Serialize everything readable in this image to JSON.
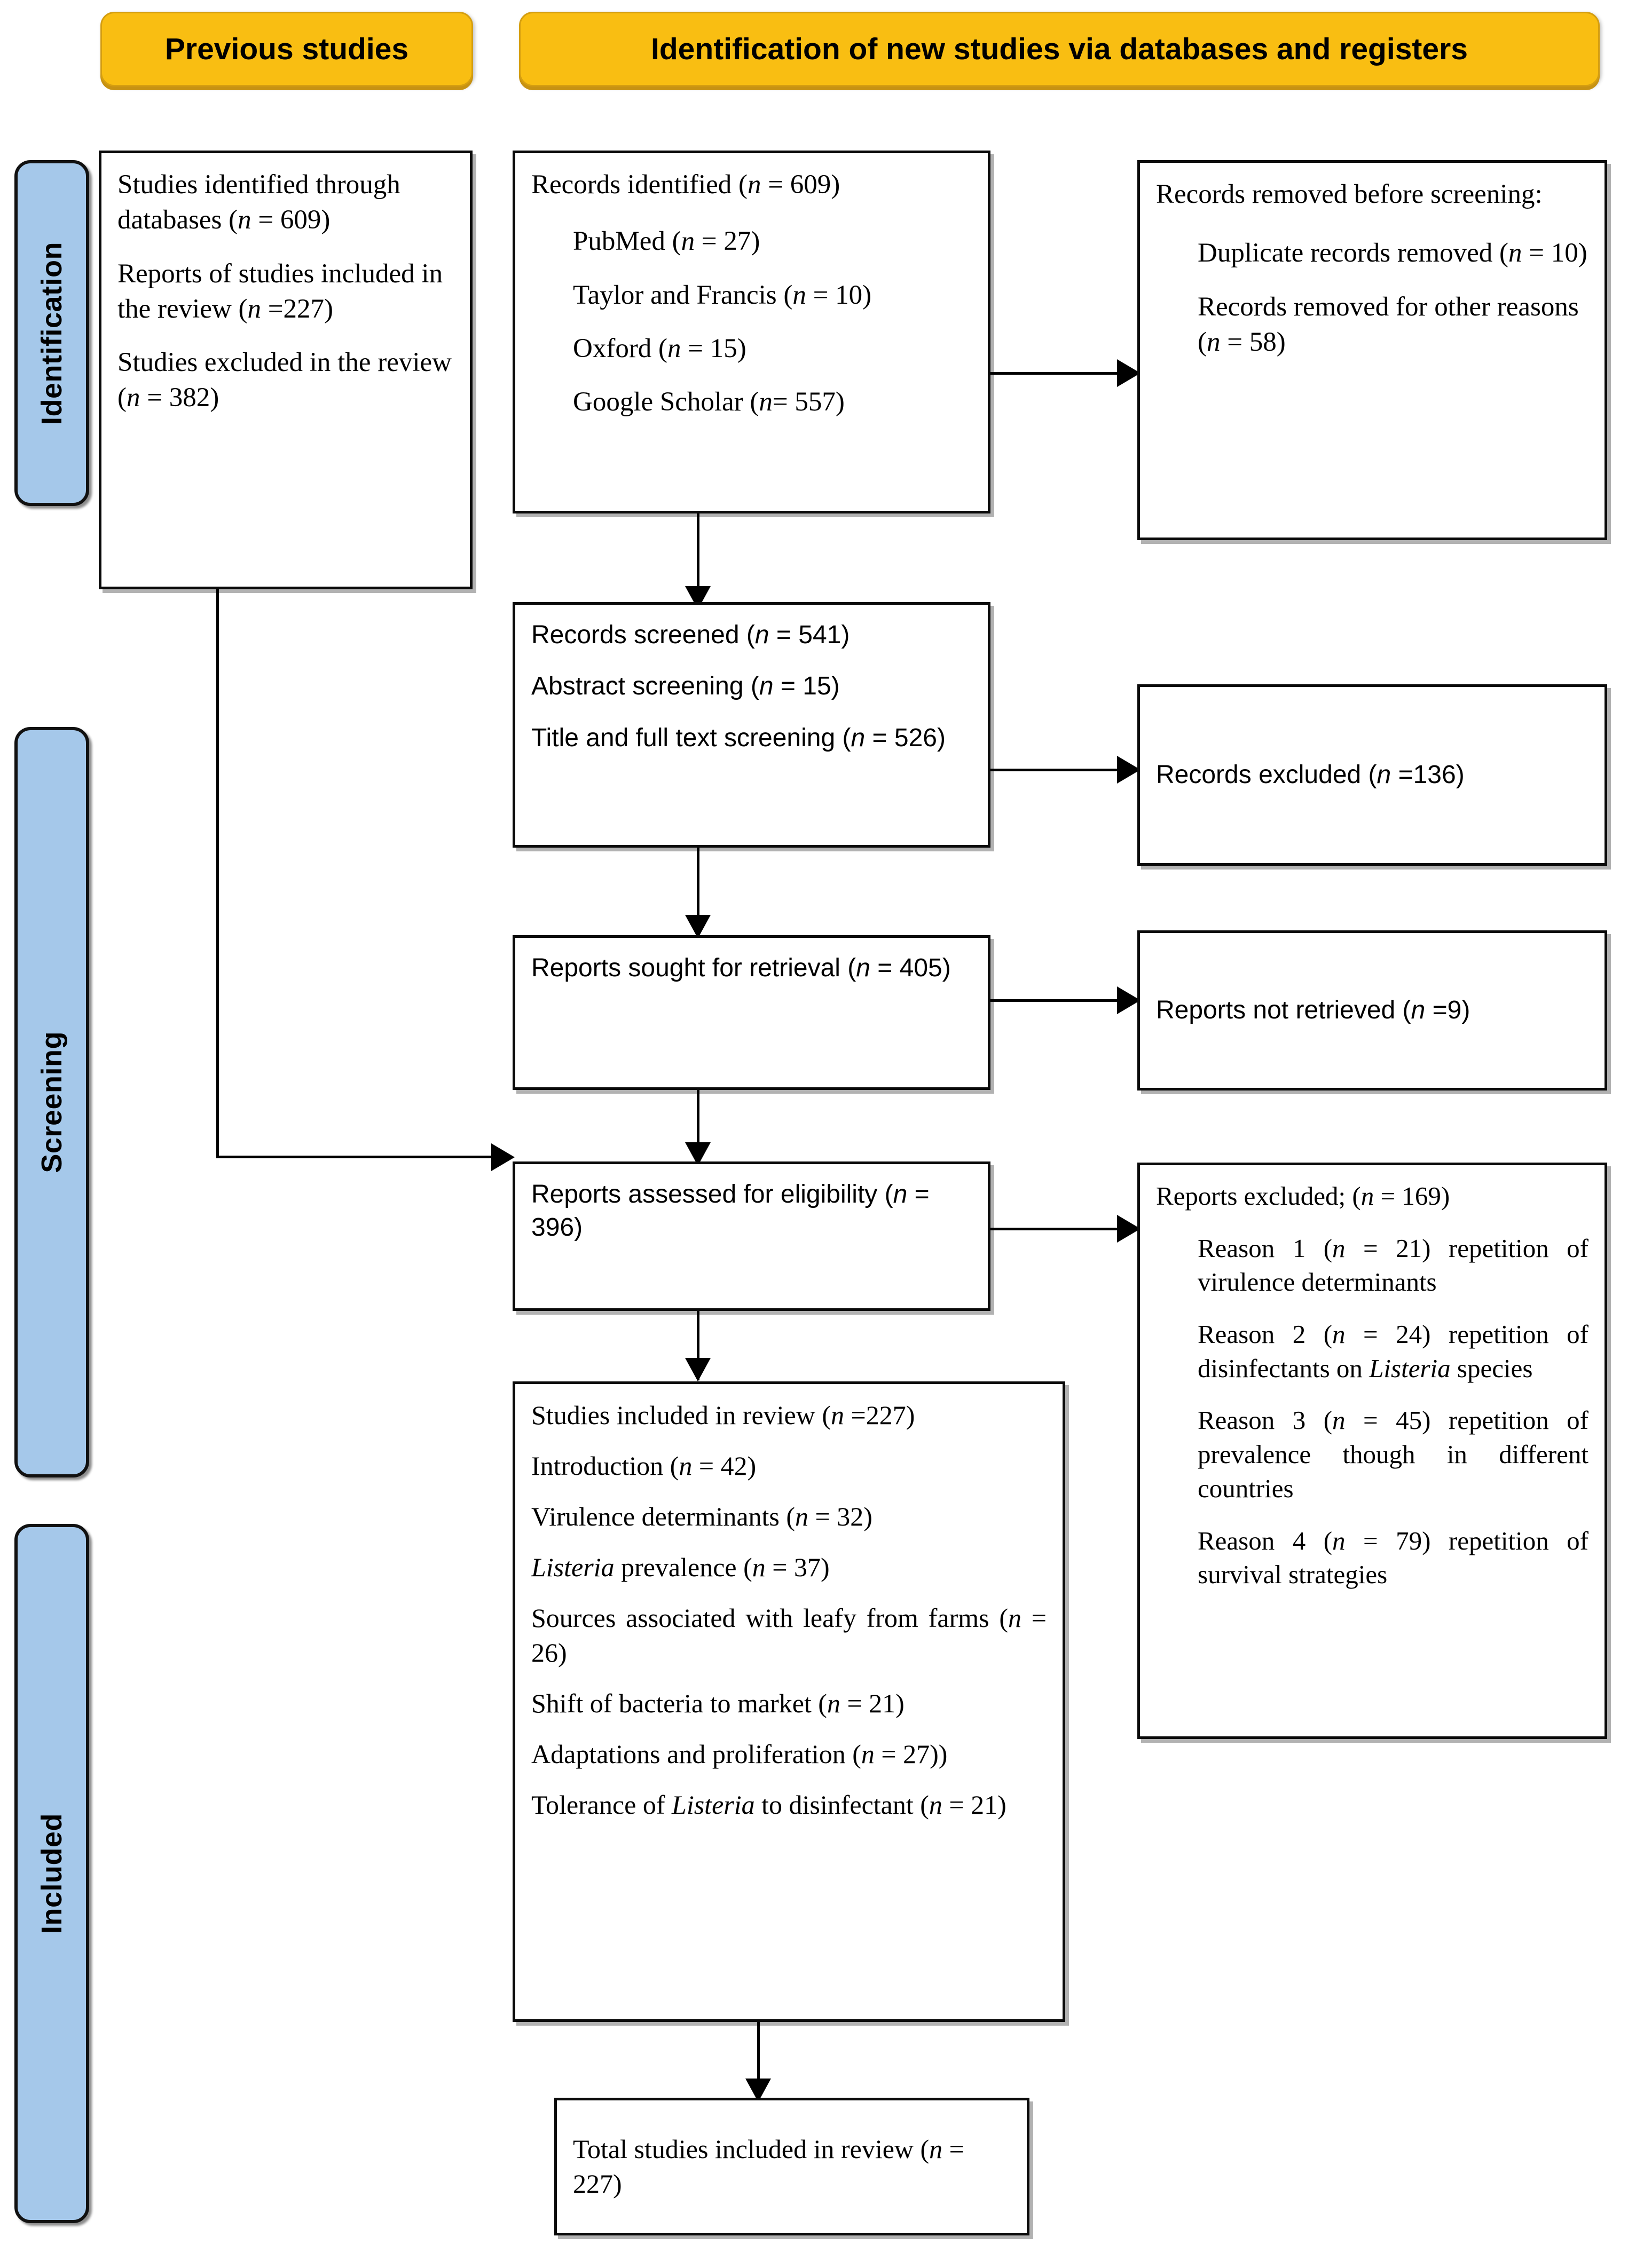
{
  "diagram": {
    "type": "prisma-flow-diagram",
    "title": "PRISMA 2020 flow diagram for new systematic reviews which included searches of databases and registers only"
  },
  "colors": {
    "banner_fill": "#F9BE12",
    "banner_shadow": "#C79213",
    "stage_pill_fill": "#A5C8EA",
    "box_border": "#0a0a0a",
    "text": "#000000"
  },
  "banners": {
    "previous": "Previous studies",
    "identification": "Identification of new studies via databases and registers"
  },
  "stages": [
    {
      "id": "identification",
      "label": "Identification"
    },
    {
      "id": "screening",
      "label": "Screening"
    },
    {
      "id": "included",
      "label": "Included"
    }
  ],
  "boxes": {
    "previous_studies": {
      "name": "Previous studies box",
      "lines": [
        "Studies identified through databases (n = 609)",
        "Reports of studies included in the review (n =227)",
        "Studies excluded in the review (n = 382)"
      ],
      "counts": {
        "identified": 609,
        "included": 227,
        "excluded": 382
      }
    },
    "records_identified": {
      "name": "Records identified box",
      "header": "Records identified  (n = 609)",
      "sources": [
        "PubMed (n = 27)",
        "Taylor and Francis (n = 10)",
        "Oxford (n = 15)",
        "Google Scholar (n= 557)"
      ],
      "counts": {
        "total": 609,
        "pubmed": 27,
        "taylor_and_francis": 10,
        "oxford": 15,
        "google_scholar": 557
      }
    },
    "records_removed": {
      "name": "Records removed before screening box",
      "header": "Records removed before screening:",
      "items": [
        "Duplicate records removed (n = 10)",
        "Records removed for other reasons (n = 58)"
      ],
      "counts": {
        "duplicates": 10,
        "other_reasons": 58
      }
    },
    "records_screened": {
      "name": "Records screened box",
      "lines": [
        "Records screened (n = 541)",
        "Abstract screening (n = 15)",
        "Title and full text screening (n = 526)"
      ],
      "counts": {
        "screened": 541,
        "abstract": 15,
        "title_and_full_text": 526
      }
    },
    "records_excluded": {
      "name": "Records excluded box",
      "line": "Records excluded (n =136)",
      "counts": {
        "excluded": 136
      }
    },
    "reports_sought": {
      "name": "Reports sought for retrieval box",
      "line": "Reports sought for retrieval (n = 405)",
      "counts": {
        "sought": 405
      }
    },
    "reports_not_retrieved": {
      "name": "Reports not retrieved box",
      "line": "Reports not retrieved (n =9)",
      "counts": {
        "not_retrieved": 9
      }
    },
    "reports_assessed": {
      "name": "Reports assessed for eligibility box",
      "line": "Reports assessed for eligibility (n = 396)",
      "counts": {
        "assessed": 396
      }
    },
    "reports_excluded": {
      "name": "Reports excluded box",
      "header": "Reports excluded; (n = 169)",
      "reasons": [
        "Reason 1 (n = 21) repetition of virulence determinants",
        "Reason 2 (n = 24) repetition of disinfectants on Listeria species",
        "Reason 3 (n = 45) repetition of prevalence though in different countries",
        "Reason 4 (n = 79) repetition of survival strategies"
      ],
      "counts": {
        "total": 169,
        "reason_1": 21,
        "reason_2": 24,
        "reason_3": 45,
        "reason_4": 79
      }
    },
    "studies_included": {
      "name": "Studies included in review box",
      "lines": [
        "Studies included in review (n =227)",
        "Introduction (n = 42)",
        "Virulence determinants (n = 32)",
        "Listeria prevalence (n = 37)",
        "Sources associated with leafy from farms (n = 26)",
        "Shift of bacteria to market (n = 21)",
        "Adaptations and proliferation (n = 27))",
        "Tolerance of Listeria to disinfectant (n = 21)"
      ],
      "counts": {
        "included": 227,
        "introduction": 42,
        "virulence_determinants": 32,
        "listeria_prevalence": 37,
        "sources_leafy_farms": 26,
        "shift_to_market": 21,
        "adaptations_proliferation": 27,
        "tolerance_disinfectant": 21
      }
    },
    "total_included": {
      "name": "Total studies included in review box",
      "line": "Total studies included in review (n = 227)",
      "counts": {
        "total": 227
      }
    }
  }
}
